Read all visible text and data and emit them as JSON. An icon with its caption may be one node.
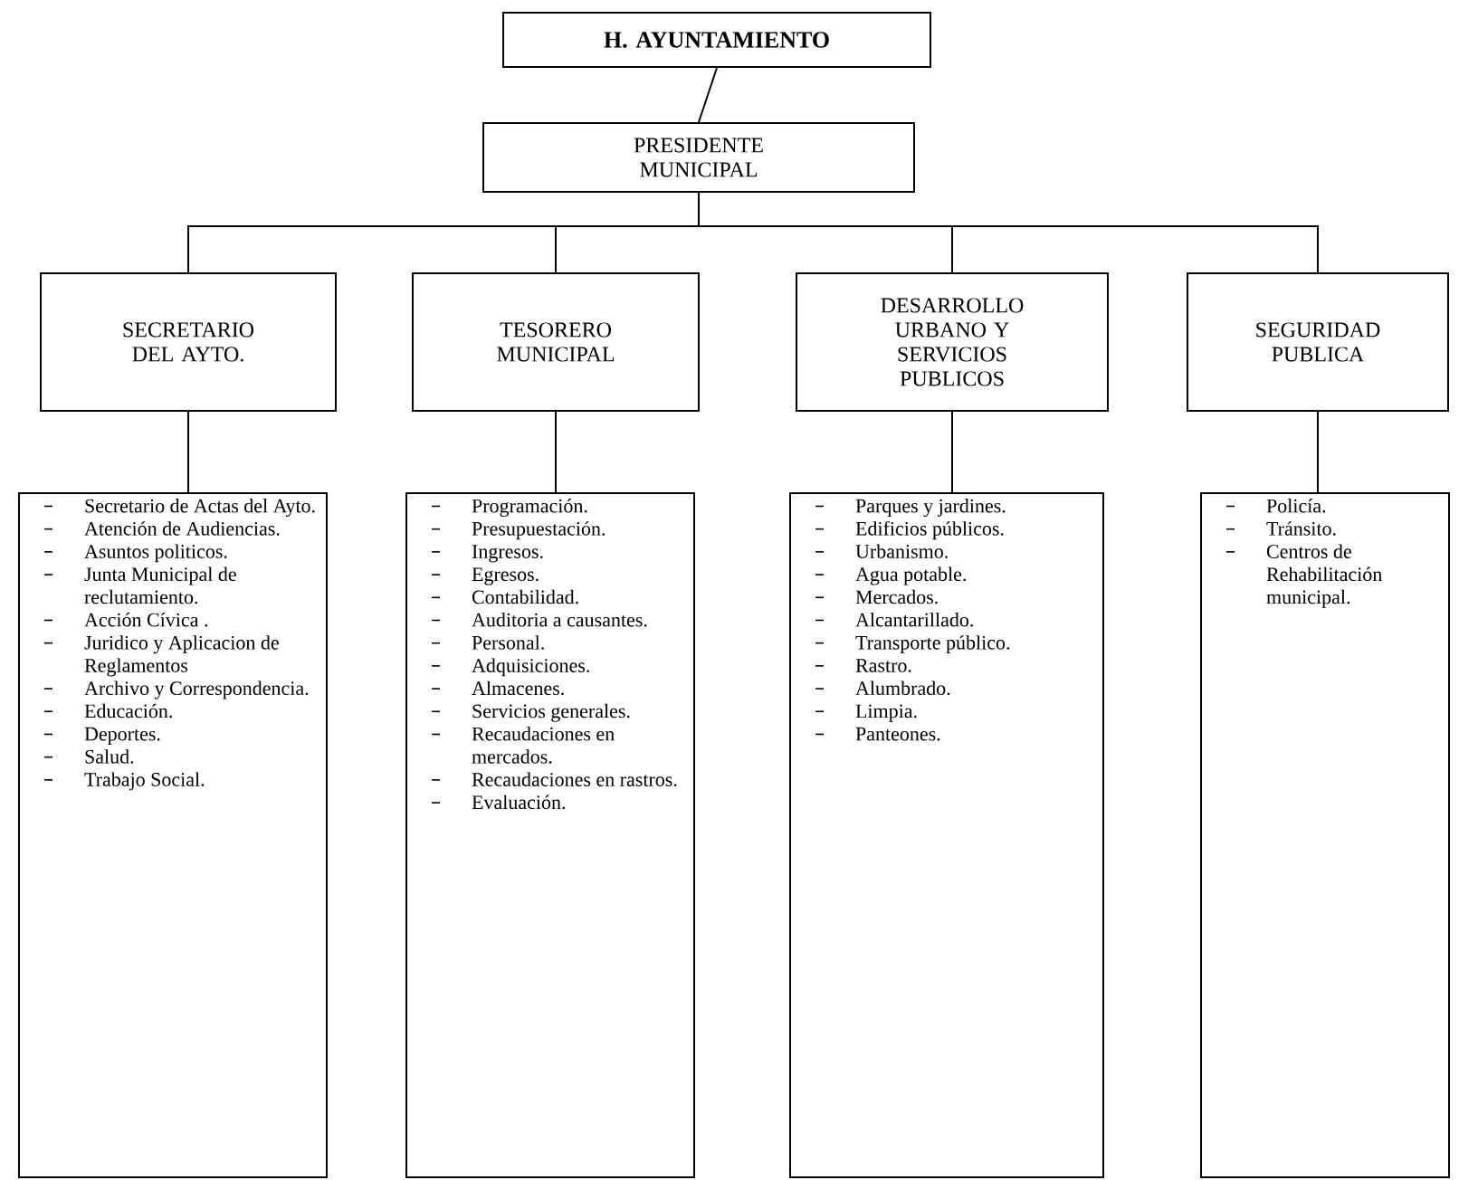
{
  "diagram": {
    "nodes": [
      {
        "text": [
          "H. AYUNTAMIENTO"
        ]
      },
      {
        "text": [
          "PRESIDENTE MUNICIPAL"
        ]
      },
      {
        "text": [
          "SECRETARIO DEL AYTO."
        ]
      },
      {
        "text": [
          "TESORERO MUNICIPAL"
        ]
      },
      {
        "text": [
          "DESARROLLO URBANO Y SERVICIOS PUBLICOS"
        ]
      },
      {
        "text": [
          "SEGURIDAD PUBLICA"
        ]
      },
      {
        "text": [
          "Secretario de Actas del Ayto.",
          "Atención de Audiencias.",
          "Asuntos politicos.",
          "Junta Municipal de reclutamiento.",
          "Acción Cívica .",
          "Juridico y Aplicacion de Reglamentos",
          "Archivo y Correspondencia.",
          "Educación.",
          "Deportes.",
          "Salud.",
          "Trabajo Social."
        ]
      },
      {
        "text": [
          "Programación.",
          "Presupuestación.",
          "Ingresos.",
          "Egresos.",
          "Contabilidad.",
          "Auditoria a causantes.",
          "Personal.",
          "Adquisiciones.",
          "Almacenes.",
          "Servicios generales.",
          "Recaudaciones en mercados.",
          "Recaudaciones en rastros.",
          "Evaluación."
        ]
      },
      {
        "text": [
          "Parques y jardines.",
          "Edificios públicos.",
          "Urbanismo.",
          "Agua potable.",
          "Mercados.",
          "Alcantarillado.",
          "Transporte público.",
          "Rastro.",
          "Alumbrado.",
          "Limpia.",
          "Panteones."
        ]
      },
      {
        "text": [
          "Policía.",
          "Tránsito.",
          "Centros de Rehabilitación municipal."
        ]
      }
    ],
    "edges": [
      {
        "from": 0,
        "to": 1,
        "arrow": "none"
      },
      {
        "from": 1,
        "to": 2,
        "arrow": "none"
      },
      {
        "from": 1,
        "to": 3,
        "arrow": "none"
      },
      {
        "from": 1,
        "to": 4,
        "arrow": "none"
      },
      {
        "from": 1,
        "to": 5,
        "arrow": "none"
      },
      {
        "from": 2,
        "to": 6,
        "arrow": "none"
      },
      {
        "from": 3,
        "to": 7,
        "arrow": "none"
      },
      {
        "from": 4,
        "to": 8,
        "arrow": "none"
      },
      {
        "from": 5,
        "to": 9,
        "arrow": "none"
      }
    ]
  }
}
